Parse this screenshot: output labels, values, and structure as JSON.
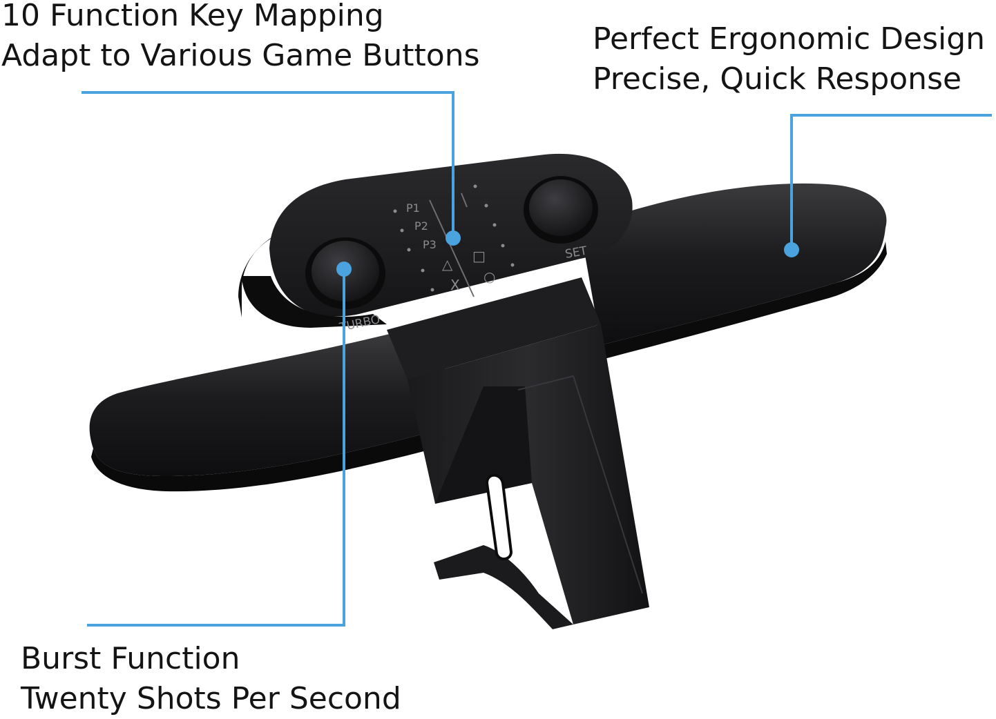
{
  "callouts": {
    "key_mapping": {
      "line1": "10 Function Key Mapping",
      "line2": "Adapt to Various Game Buttons"
    },
    "ergonomic": {
      "line1": "Perfect Ergonomic Design",
      "line2": "Precise, Quick Response"
    },
    "burst": {
      "line1": "Burst Function",
      "line2": "Twenty Shots Per Second"
    }
  },
  "device": {
    "turbo_label": "TURBO",
    "set_label": "SET",
    "mapping_labels": [
      "P1",
      "P2",
      "P3",
      "△",
      "X",
      "□",
      "○"
    ]
  },
  "colors": {
    "callout_line": "#4aa3df",
    "device_body": "#1c1c1e",
    "device_highlight": "#3a3a3d",
    "engraving": "#8c8c90"
  }
}
